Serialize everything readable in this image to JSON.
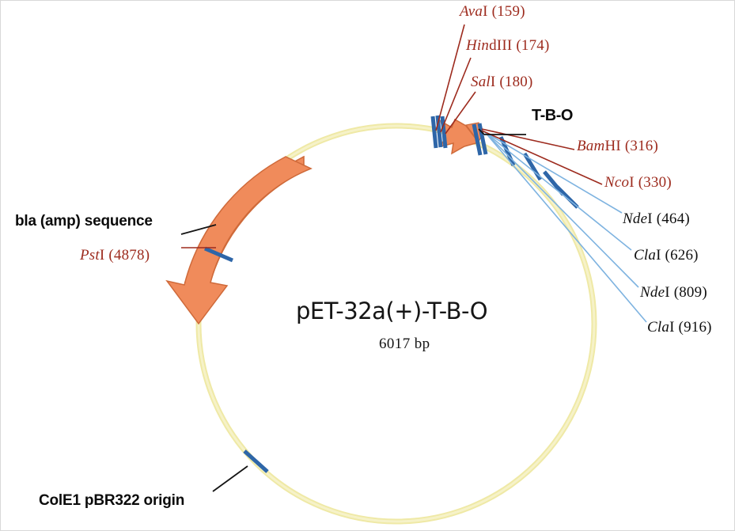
{
  "figure": {
    "type": "plasmid-map",
    "plasmid_name": "pET-32a(+)-T-B-O",
    "plasmid_size": "6017 bp",
    "backbone_color": "#efe9a6",
    "feature_color": "#f08b5b",
    "site_color_blue": "#2e66a8",
    "site_color_red": "#9d2b1e",
    "label_color_black": "#101010"
  },
  "restriction_sites": [
    {
      "name": "Ava",
      "roman": "I",
      "position": "(159)",
      "label": "AvaI (159)",
      "color": "red"
    },
    {
      "name": "Hin",
      "roman": "dIII",
      "position": "(174)",
      "label": "HindIII (174)",
      "color": "red"
    },
    {
      "name": "Sal",
      "roman": "I",
      "position": "(180)",
      "label": "SalI (180)",
      "color": "red"
    },
    {
      "name": "Bam",
      "roman": "HI",
      "position": "(316)",
      "label": "BamHI (316)",
      "color": "red"
    },
    {
      "name": "Nco",
      "roman": "I",
      "position": "(330)",
      "label": "NcoI (330)",
      "color": "red"
    },
    {
      "name": "Nde",
      "roman": "I",
      "position": "(464)",
      "label": "NdeI (464)",
      "color": "black"
    },
    {
      "name": "Cla",
      "roman": "I",
      "position": "(626)",
      "label": "ClaI (626)",
      "color": "black"
    },
    {
      "name": "Nde",
      "roman": "I",
      "position": "(809)",
      "label": "NdeI (809)",
      "color": "black"
    },
    {
      "name": "Cla",
      "roman": "I",
      "position": "(916)",
      "label": "ClaI (916)",
      "color": "black"
    },
    {
      "name": "Pst",
      "roman": "I",
      "position": "(4878)",
      "label": "PstI (4878)",
      "color": "red"
    }
  ],
  "features": [
    {
      "key": "tbo",
      "label": "T-B-O"
    },
    {
      "key": "bla",
      "label": "bla (amp) sequence"
    },
    {
      "key": "origin",
      "label": "ColE1 pBR322 origin"
    }
  ],
  "chart_data": {
    "type": "plasmid-map",
    "title": "pET-32a(+)-T-B-O",
    "total_bp": 6017,
    "sites": [
      {
        "enzyme": "AvaI",
        "bp": 159
      },
      {
        "enzyme": "HindIII",
        "bp": 174
      },
      {
        "enzyme": "SalI",
        "bp": 180
      },
      {
        "enzyme": "BamHI",
        "bp": 316
      },
      {
        "enzyme": "NcoI",
        "bp": 330
      },
      {
        "enzyme": "NdeI",
        "bp": 464
      },
      {
        "enzyme": "ClaI",
        "bp": 626
      },
      {
        "enzyme": "NdeI",
        "bp": 809
      },
      {
        "enzyme": "ClaI",
        "bp": 916
      },
      {
        "enzyme": "PstI",
        "bp": 4878
      }
    ],
    "annotated_features": [
      "T-B-O",
      "bla (amp) sequence",
      "ColE1 pBR322 origin"
    ]
  },
  "labels": {
    "ava": "AvaI (159)",
    "hindiii": "HindIII (174)",
    "sal": "SalI (180)",
    "bam": "BamHI (316)",
    "nco": "NcoI (330)",
    "nde464": "NdeI (464)",
    "cla626": "ClaI (626)",
    "nde809": "NdeI (809)",
    "cla916": "ClaI (916)",
    "pst": "PstI (4878)",
    "tbo": "T-B-O",
    "bla": "bla (amp) sequence",
    "origin": "ColE1 pBR322 origin",
    "name": "pET-32a(+)-T-B-O",
    "size": "6017 bp"
  },
  "label_parts": {
    "ava": {
      "it": "Ava",
      "up": "I (159)"
    },
    "hindiii": {
      "it": "Hin",
      "up": "dIII (174)"
    },
    "sal": {
      "it": "Sal",
      "up": "I (180)"
    },
    "bam": {
      "it": "Bam",
      "up": "HI (316)"
    },
    "nco": {
      "it": "Nco",
      "up": "I (330)"
    },
    "nde464": {
      "it": "Nde",
      "up": "I (464)"
    },
    "cla626": {
      "it": "Cla",
      "up": "I (626)"
    },
    "nde809": {
      "it": "Nde",
      "up": "I (809)"
    },
    "cla916": {
      "it": "Cla",
      "up": "I (916)"
    },
    "pst": {
      "it": "Pst",
      "up": "I (4878)"
    }
  }
}
